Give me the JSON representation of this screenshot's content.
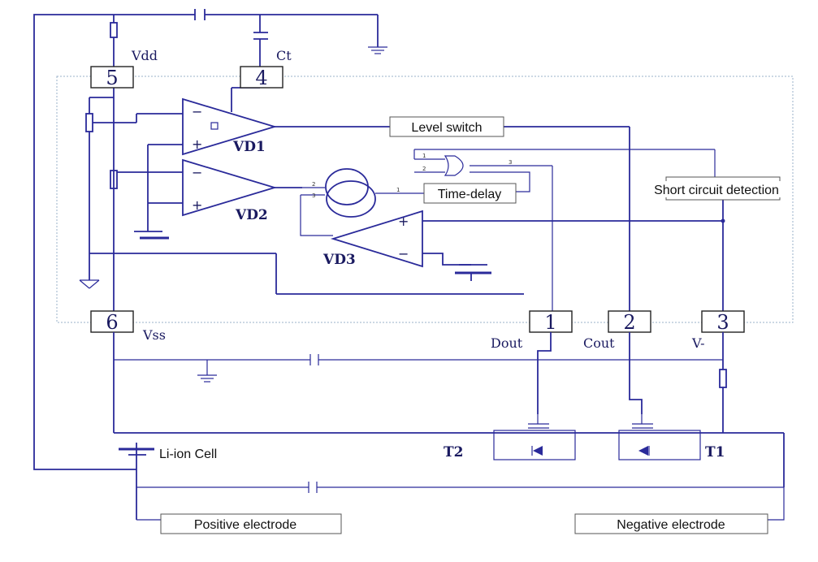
{
  "pins": [
    {
      "num": "5",
      "name": "Vdd"
    },
    {
      "num": "4",
      "name": "Ct"
    },
    {
      "num": "6",
      "name": "Vss"
    },
    {
      "num": "1",
      "name": "Dout"
    },
    {
      "num": "2",
      "name": "Cout"
    },
    {
      "num": "3",
      "name": "V-"
    }
  ],
  "comparators": [
    "VD1",
    "VD2",
    "VD3"
  ],
  "blocks": {
    "level_switch": "Level switch",
    "time_delay": "Time-delay",
    "short_circuit": "Short circuit detection"
  },
  "transistors": [
    "T2",
    "T1"
  ],
  "cell": "Li-ion Cell",
  "electrodes": {
    "positive": "Positive electrode",
    "negative": "Negative electrode"
  },
  "gate_pins": {
    "or_in1": "1",
    "or_in2": "2",
    "or_out": "3",
    "td_in1": "2",
    "td_in2": "3",
    "td_out": "1"
  },
  "op_signs": {
    "plus": "+",
    "minus": "−"
  },
  "colors": {
    "wire": "#2a2a9a",
    "text": "#1a1a60",
    "dashed_border": "#9ab0c8"
  }
}
